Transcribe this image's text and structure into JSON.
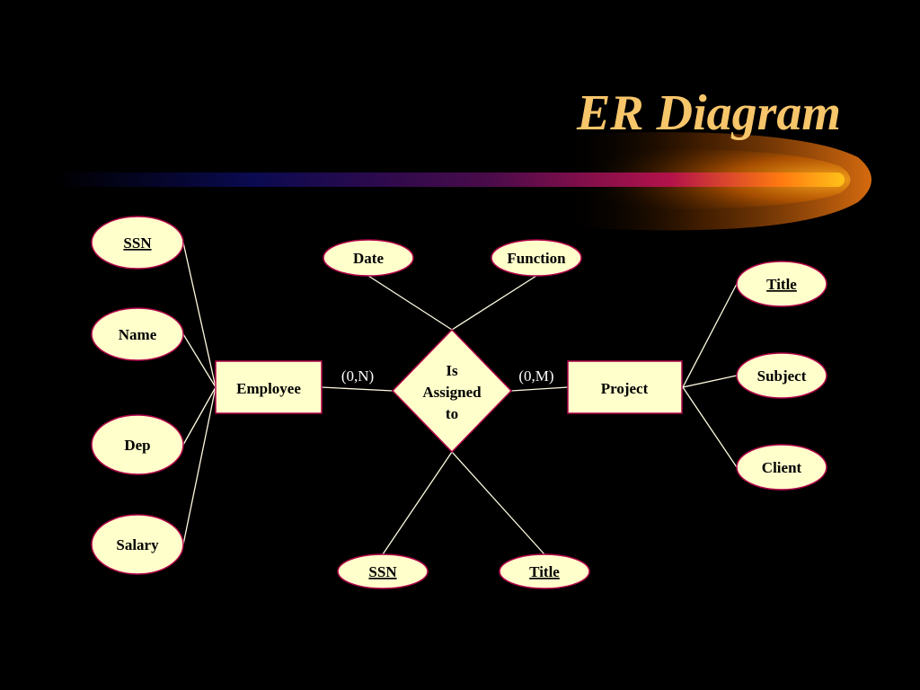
{
  "title": "ER Diagram",
  "colors": {
    "shape_fill": "#ffffcc",
    "shape_stroke": "#b0004a",
    "line": "#fffbe0",
    "title": "#f7c56a"
  },
  "entities": {
    "employee": "Employee",
    "project": "Project"
  },
  "relationship": {
    "line1": "Is",
    "line2": "Assigned",
    "line3": "to"
  },
  "employee_attrs": {
    "ssn": "SSN",
    "name": "Name",
    "dep": "Dep",
    "salary": "Salary"
  },
  "relationship_attrs": {
    "date": "Date",
    "function": "Function",
    "ssn": "SSN",
    "title": "Title"
  },
  "project_attrs": {
    "title": "Title",
    "subject": "Subject",
    "client": "Client"
  },
  "cardinality": {
    "employee": "(0,N)",
    "project": "(0,M)"
  }
}
